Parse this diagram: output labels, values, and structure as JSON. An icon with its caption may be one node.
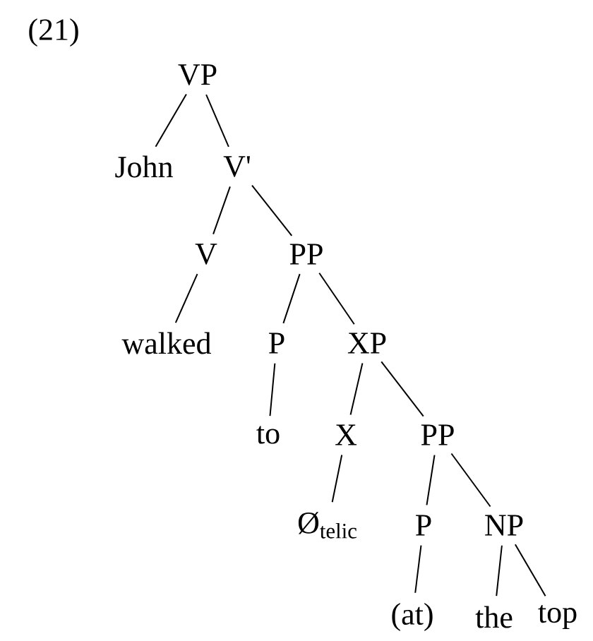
{
  "diagram": {
    "nodes": [
      {
        "text": [
          "VP"
        ]
      },
      {
        "text": [
          "John"
        ]
      },
      {
        "text": [
          "V'"
        ]
      },
      {
        "text": [
          "V"
        ]
      },
      {
        "text": [
          "PP"
        ]
      },
      {
        "text": [
          "walked"
        ]
      },
      {
        "text": [
          "P"
        ]
      },
      {
        "text": [
          "XP"
        ]
      },
      {
        "text": [
          "to"
        ]
      },
      {
        "text": [
          "X"
        ]
      },
      {
        "text": [
          "PP"
        ]
      },
      {
        "text": [
          "Ø$_{telic}$"
        ]
      },
      {
        "text": [
          "P"
        ]
      },
      {
        "text": [
          "NP"
        ]
      },
      {
        "text": [
          "(at)"
        ]
      },
      {
        "text": [
          "the"
        ]
      },
      {
        "text": [
          "top"
        ]
      }
    ],
    "edges": [
      {
        "from": 0,
        "to": 1,
        "arrow": "none"
      },
      {
        "from": 0,
        "to": 2,
        "arrow": "none"
      },
      {
        "from": 2,
        "to": 3,
        "arrow": "none"
      },
      {
        "from": 2,
        "to": 4,
        "arrow": "none"
      },
      {
        "from": 3,
        "to": 5,
        "arrow": "none"
      },
      {
        "from": 4,
        "to": 6,
        "arrow": "none"
      },
      {
        "from": 4,
        "to": 7,
        "arrow": "none"
      },
      {
        "from": 6,
        "to": 8,
        "arrow": "none"
      },
      {
        "from": 7,
        "to": 9,
        "arrow": "none"
      },
      {
        "from": 7,
        "to": 10,
        "arrow": "none"
      },
      {
        "from": 9,
        "to": 11,
        "arrow": "none"
      },
      {
        "from": 10,
        "to": 12,
        "arrow": "none"
      },
      {
        "from": 10,
        "to": 13,
        "arrow": "none"
      },
      {
        "from": 12,
        "to": 14,
        "arrow": "none"
      },
      {
        "from": 13,
        "to": 15,
        "arrow": "none"
      },
      {
        "from": 13,
        "to": 16,
        "arrow": "none"
      }
    ],
    "labels": [
      "(21)"
    ]
  }
}
